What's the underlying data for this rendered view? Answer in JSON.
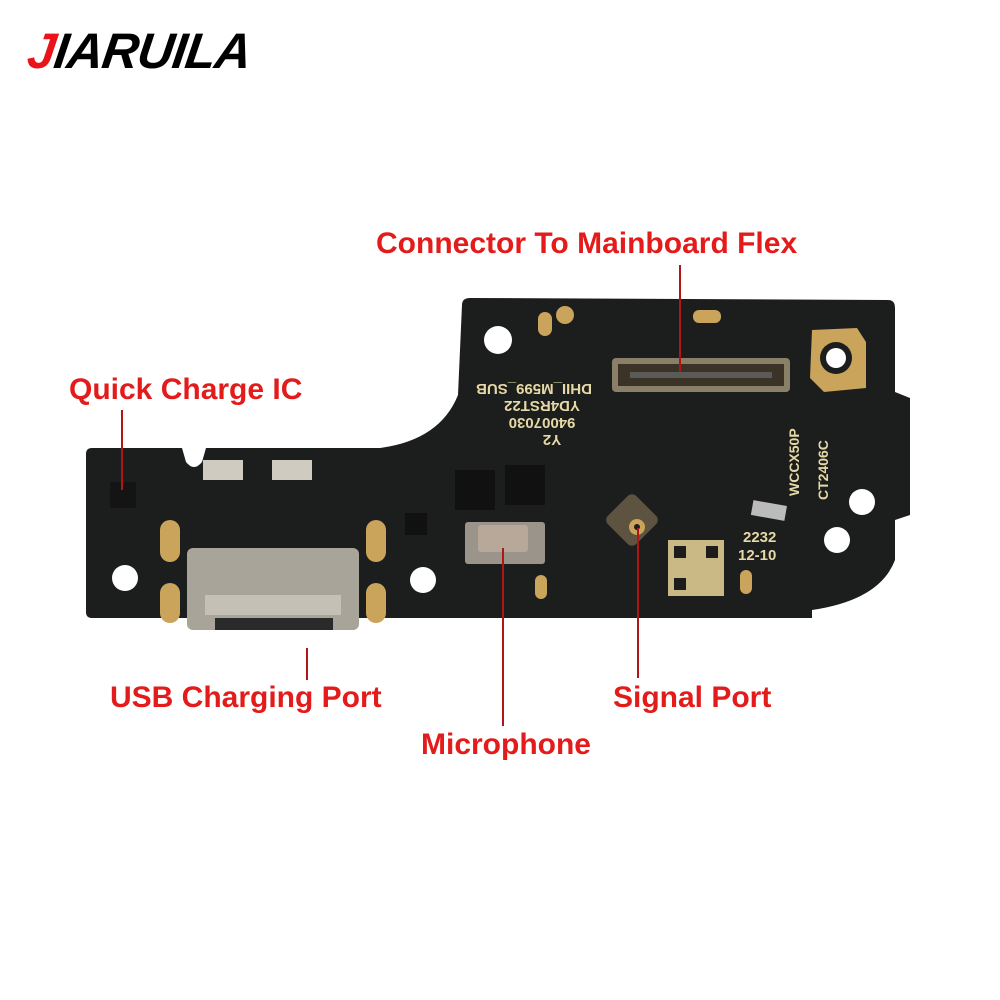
{
  "brand": {
    "logo_first_letter": "J",
    "logo_rest": "IARUILA"
  },
  "labels": {
    "connector": "Connector To Mainboard Flex",
    "quick_charge": "Quick Charge IC",
    "usb_port": "USB Charging Port",
    "microphone": "Microphone",
    "signal_port": "Signal Port"
  },
  "board": {
    "silkscreen": {
      "rev": "Y2",
      "part_no": "94007030",
      "code": "YD4RST22",
      "model": "DHII_M599_SUB",
      "vendor": "WCCX50P",
      "batch": "CT2406C",
      "date_code": "2232",
      "date": "12-10"
    }
  },
  "colors": {
    "label": "#e31b1b",
    "pcb": "#1c1d1d",
    "gold": "#c9a45a"
  }
}
